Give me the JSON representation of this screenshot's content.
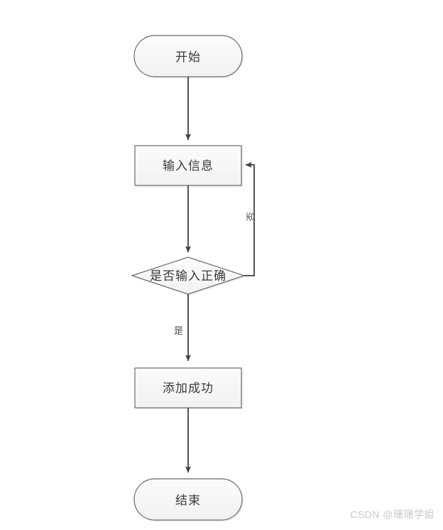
{
  "diagram": {
    "type": "flowchart",
    "title": "",
    "background_color": "#ffffff",
    "shape_fill": "#f7f7f7",
    "shape_stroke": "#666666",
    "edge_color": "#444444",
    "text_color": "#3a3a3a",
    "nodes": [
      {
        "id": "start",
        "shape": "terminator",
        "label": "开始"
      },
      {
        "id": "input",
        "shape": "process",
        "label": "输入信息"
      },
      {
        "id": "decide",
        "shape": "decision",
        "label": "是否输入正确"
      },
      {
        "id": "success",
        "shape": "process",
        "label": "添加成功"
      },
      {
        "id": "end",
        "shape": "terminator",
        "label": "结束"
      }
    ],
    "edges": [
      {
        "from": "start",
        "to": "input",
        "label": ""
      },
      {
        "from": "input",
        "to": "decide",
        "label": ""
      },
      {
        "from": "decide",
        "to": "success",
        "label": "是"
      },
      {
        "from": "decide",
        "to": "input",
        "label": "否"
      },
      {
        "from": "success",
        "to": "end",
        "label": ""
      }
    ]
  },
  "watermark": {
    "text": "CSDN @珊珊学姐",
    "color": "#c9c9c9"
  }
}
